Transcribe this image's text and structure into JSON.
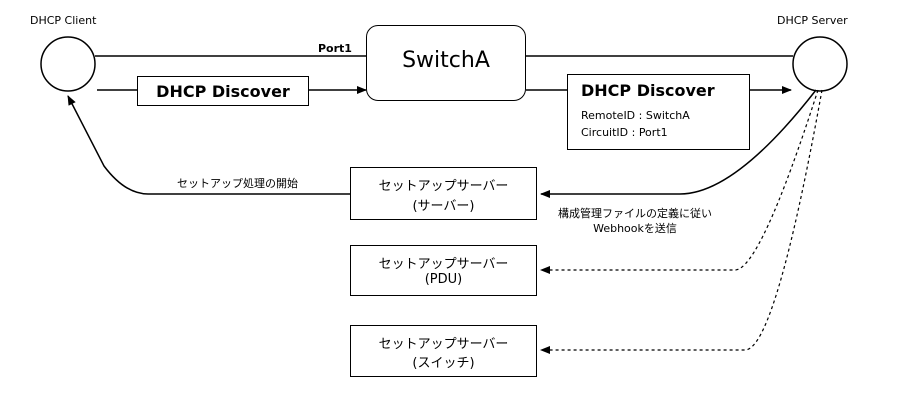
{
  "nodes": {
    "client_label": "DHCP Client",
    "server_label": "DHCP Server",
    "switch_label": "SwitchA",
    "port_label": "Port1"
  },
  "messages": {
    "discover_left": "DHCP Discover",
    "discover_right": "DHCP Discover",
    "remote_id_line": "RemoteID : SwitchA",
    "circuit_id_line": "CircuitID  : Port1"
  },
  "setup_servers": [
    {
      "line1": "セットアップサーバー",
      "line2": "(サーバー)"
    },
    {
      "line1": "セットアップサーバー",
      "line2": "(PDU)"
    },
    {
      "line1": "セットアップサーバー",
      "line2": "(スイッチ)"
    }
  ],
  "annotations": {
    "start_setup": "セットアップ処理の開始",
    "webhook_line1": "構成管理ファイルの定義に従い",
    "webhook_line2": "Webhookを送信"
  }
}
